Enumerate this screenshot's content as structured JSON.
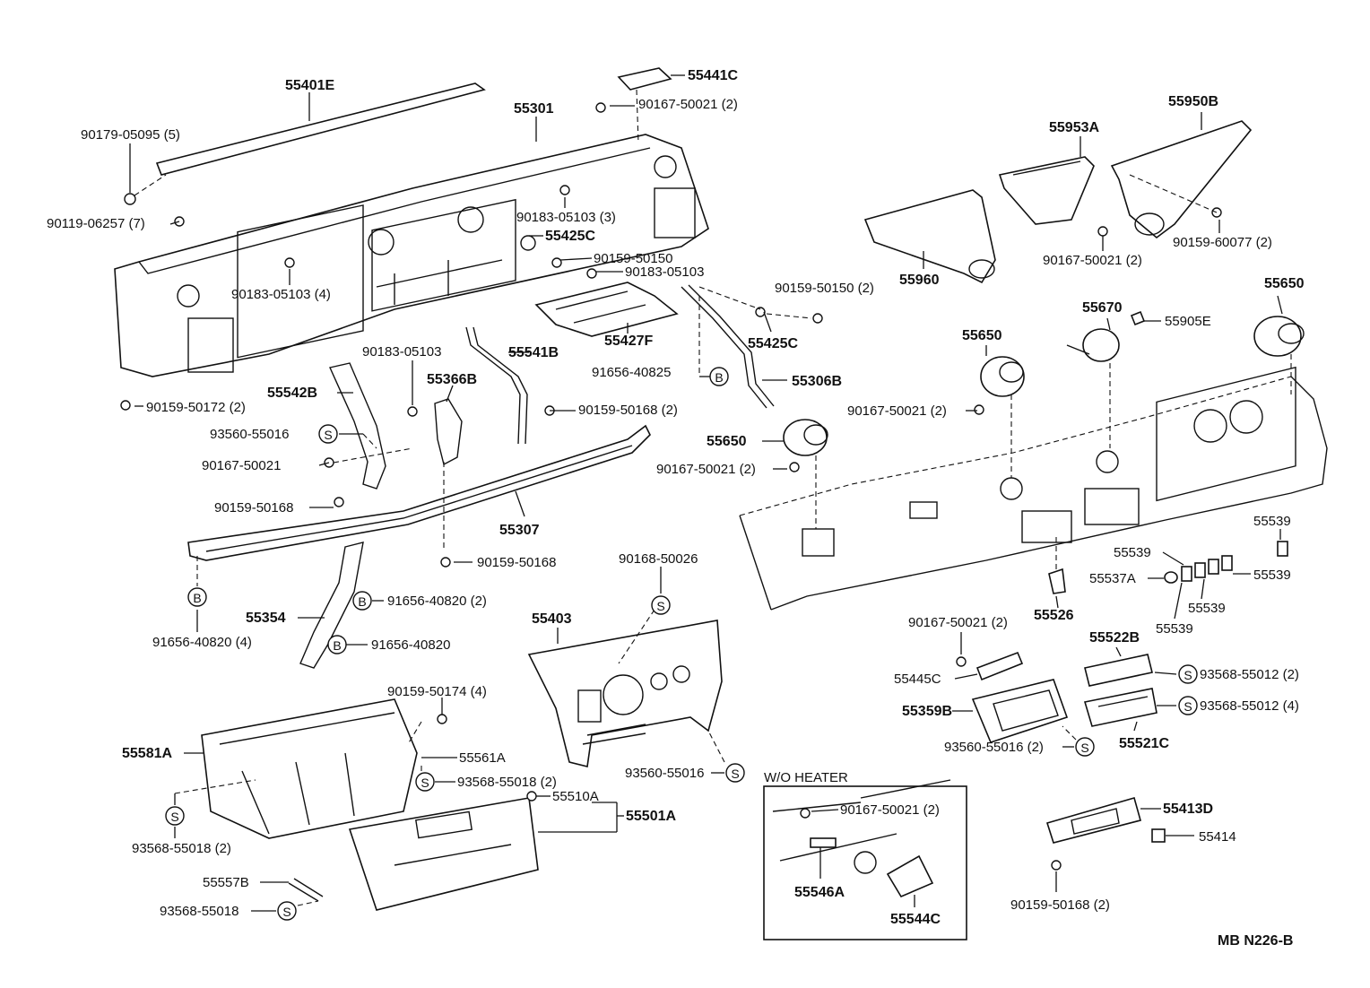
{
  "diagram": {
    "labels": {
      "p55401E": "55401E",
      "p55301": "55301",
      "p55441C": "55441C",
      "p90167_50021_2_top": "90167-50021 (2)",
      "p90179_05095": "90179-05095 (5)",
      "p90119_06257": "90119-06257 (7)",
      "p90183_05103_3": "90183-05103 (3)",
      "p55425C_top": "55425C",
      "p90159_50150": "90159-50150",
      "p90183_05103_mid": "90183-05103",
      "p90183_05103_4": "90183-05103 (4)",
      "p55427F": "55427F",
      "p90159_50150_2": "90159-50150 (2)",
      "p55425C_right": "55425C",
      "p55541B": "55541B",
      "p90183_05103_left": "90183-05103",
      "p55366B": "55366B",
      "p55542B": "55542B",
      "p91656_40825": "91656-40825",
      "p55306B": "55306B",
      "p90159_50172": "90159-50172 (2)",
      "p90159_50168_2_a": "90159-50168 (2)",
      "p93560_55016_a": "93560-55016",
      "p90167_50021_single": "90167-50021",
      "p90159_50168_single_a": "90159-50168",
      "p55307": "55307",
      "p90159_50168_single_b": "90159-50168",
      "p91656_40820_2": "91656-40820 (2)",
      "p55354": "55354",
      "p91656_40820_single": "91656-40820",
      "p91656_40820_4": "91656-40820 (4)",
      "p55650_center": "55650",
      "p90167_50021_2_center": "90167-50021 (2)",
      "p90168_50026": "90168-50026",
      "p55403": "55403",
      "p93560_55016_b": "93560-55016",
      "p90159_50174": "90159-50174 (4)",
      "p55581A": "55581A",
      "p55561A": "55561A",
      "p93568_55018_2_a": "93568-55018 (2)",
      "p55510A": "55510A",
      "p55501A": "55501A",
      "p93568_55018_2_b": "93568-55018 (2)",
      "p55557B": "55557B",
      "p93568_55018": "93568-55018",
      "p55950B": "55950B",
      "p55953A": "55953A",
      "p55960": "55960",
      "p90167_50021_2_vent": "90167-50021 (2)",
      "p90159_60077": "90159-60077 (2)",
      "p55650_right": "55650",
      "p55670": "55670",
      "p55905E": "55905E",
      "p55650_mid": "55650",
      "p90167_50021_2_mid": "90167-50021 (2)",
      "p55539_a": "55539",
      "p55539_b": "55539",
      "p55539_c": "55539",
      "p55537A": "55537A",
      "p55539_d": "55539",
      "p55539_e": "55539",
      "p55526": "55526",
      "p90167_50021_2_low": "90167-50021 (2)",
      "p55445C": "55445C",
      "p55522B": "55522B",
      "p93568_55012_2": "93568-55012 (2)",
      "p55359B": "55359B",
      "p93568_55012_4": "93568-55012 (4)",
      "p93560_55016_2": "93560-55016 (2)",
      "p55521C": "55521C",
      "wo_heater": "W/O HEATER",
      "p90167_50021_2_box": "90167-50021 (2)",
      "p55546A": "55546A",
      "p55544C": "55544C",
      "p55413D": "55413D",
      "p55414": "55414",
      "p90159_50168_2_b": "90159-50168 (2)",
      "figure_code": "MB N226-B"
    },
    "callout_letters": {
      "S": "S",
      "B": "B"
    },
    "colors": {
      "ink": "#111111",
      "paper": "#ffffff"
    }
  }
}
